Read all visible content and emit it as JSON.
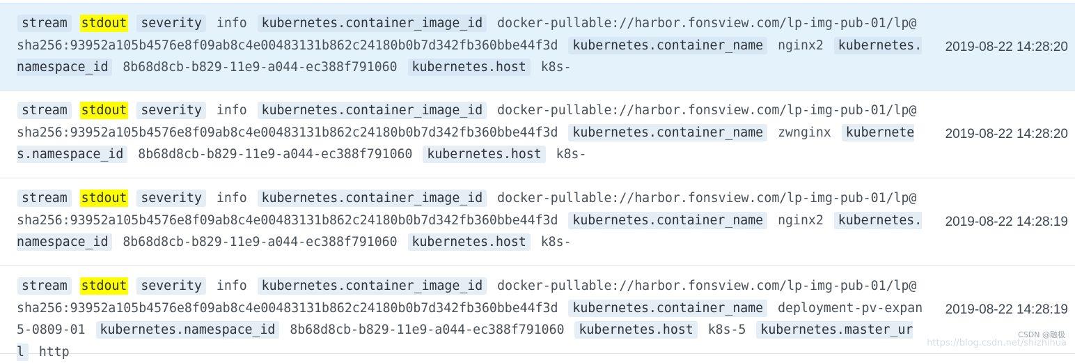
{
  "rows": [
    {
      "tokens": [
        {
          "t": "k",
          "v": "stream"
        },
        {
          "t": "hl",
          "v": "stdout"
        },
        {
          "t": "k",
          "v": "severity"
        },
        {
          "t": "v",
          "v": "info"
        },
        {
          "t": "k",
          "v": "kubernetes.container_image_id"
        },
        {
          "t": "v",
          "v": "docker-pullable://harbor.fonsview.com/lp-img-pub-01/lp@sha256:93952a105b4576e8f09ab8c4e00483131b862c24180b0b7d342fb360bbe44f3d"
        },
        {
          "t": "k",
          "v": "kubernetes.container_name"
        },
        {
          "t": "v",
          "v": "nginx2"
        },
        {
          "t": "k",
          "v": "kubernetes.namespace_id"
        },
        {
          "t": "v",
          "v": "8b68d8cb-b829-11e9-a044-ec388f791060"
        },
        {
          "t": "k",
          "v": "kubernetes.host"
        },
        {
          "t": "v",
          "v": "k8s-"
        }
      ],
      "timestamp": "2019-08-22 14:28:20"
    },
    {
      "tokens": [
        {
          "t": "k",
          "v": "stream"
        },
        {
          "t": "hl",
          "v": "stdout"
        },
        {
          "t": "k",
          "v": "severity"
        },
        {
          "t": "v",
          "v": "info"
        },
        {
          "t": "k",
          "v": "kubernetes.container_image_id"
        },
        {
          "t": "v",
          "v": "docker-pullable://harbor.fonsview.com/lp-img-pub-01/lp@sha256:93952a105b4576e8f09ab8c4e00483131b862c24180b0b7d342fb360bbe44f3d"
        },
        {
          "t": "k",
          "v": "kubernetes.container_name"
        },
        {
          "t": "v",
          "v": "zwnginx"
        },
        {
          "t": "k",
          "v": "kubernetes.namespace_id"
        },
        {
          "t": "v",
          "v": "8b68d8cb-b829-11e9-a044-ec388f791060"
        },
        {
          "t": "k",
          "v": "kubernetes.host"
        },
        {
          "t": "v",
          "v": "k8s-"
        }
      ],
      "timestamp": "2019-08-22 14:28:20"
    },
    {
      "tokens": [
        {
          "t": "k",
          "v": "stream"
        },
        {
          "t": "hl",
          "v": "stdout"
        },
        {
          "t": "k",
          "v": "severity"
        },
        {
          "t": "v",
          "v": "info"
        },
        {
          "t": "k",
          "v": "kubernetes.container_image_id"
        },
        {
          "t": "v",
          "v": "docker-pullable://harbor.fonsview.com/lp-img-pub-01/lp@sha256:93952a105b4576e8f09ab8c4e00483131b862c24180b0b7d342fb360bbe44f3d"
        },
        {
          "t": "k",
          "v": "kubernetes.container_name"
        },
        {
          "t": "v",
          "v": "nginx2"
        },
        {
          "t": "k",
          "v": "kubernetes.namespace_id"
        },
        {
          "t": "v",
          "v": "8b68d8cb-b829-11e9-a044-ec388f791060"
        },
        {
          "t": "k",
          "v": "kubernetes.host"
        },
        {
          "t": "v",
          "v": "k8s-"
        }
      ],
      "timestamp": "2019-08-22 14:28:19"
    },
    {
      "tokens": [
        {
          "t": "k",
          "v": "stream"
        },
        {
          "t": "hl",
          "v": "stdout"
        },
        {
          "t": "k",
          "v": "severity"
        },
        {
          "t": "v",
          "v": "info"
        },
        {
          "t": "k",
          "v": "kubernetes.container_image_id"
        },
        {
          "t": "v",
          "v": "docker-pullable://harbor.fonsview.com/lp-img-pub-01/lp@sha256:93952a105b4576e8f09ab8c4e00483131b862c24180b0b7d342fb360bbe44f3d"
        },
        {
          "t": "k",
          "v": "kubernetes.container_name"
        },
        {
          "t": "v",
          "v": "deployment-pv-expan5-0809-01"
        },
        {
          "t": "k",
          "v": "kubernetes.namespace_id"
        },
        {
          "t": "v",
          "v": "8b68d8cb-b829-11e9-a044-ec388f791060"
        },
        {
          "t": "k",
          "v": "kubernetes.host"
        },
        {
          "t": "v",
          "v": "k8s-5"
        },
        {
          "t": "k",
          "v": "kubernetes.master_url"
        },
        {
          "t": "v",
          "v": "http"
        }
      ],
      "timestamp": "2019-08-22 14:28:19"
    }
  ],
  "watermark": "CSDN @融极",
  "faint_text": "https://blog.csdn.net/shizhihua"
}
